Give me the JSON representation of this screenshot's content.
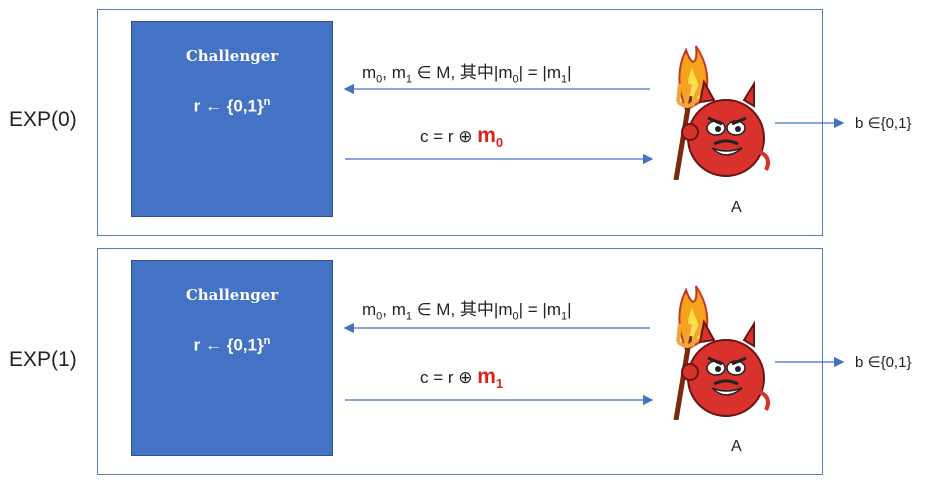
{
  "experiments": [
    {
      "label": "EXP(0)",
      "challenger": {
        "title": "Challenger",
        "key_text": "r ← {0,1}",
        "key_exp": "n"
      },
      "message": {
        "m": "m",
        "i0": "0",
        "sep": ", ",
        "i1": "1",
        "rest": " ∈ M,  其中|m",
        "bar": "| = |m",
        "end": "|"
      },
      "cipher": {
        "prefix": "c = r ⊕ ",
        "m": "m",
        "idx": "0"
      },
      "adversary": "A",
      "guess": "b ∈{0,1}"
    },
    {
      "label": "EXP(1)",
      "challenger": {
        "title": "Challenger",
        "key_text": "r ← {0,1}",
        "key_exp": "n"
      },
      "message": {
        "m": "m",
        "i0": "0",
        "sep": ", ",
        "i1": "1",
        "rest": " ∈ M, 其中|m",
        "bar": "| = |m",
        "end": "|"
      },
      "cipher": {
        "prefix": "c = r ⊕ ",
        "m": "m",
        "idx": "1"
      },
      "adversary": "A",
      "guess": "b ∈{0,1}"
    }
  ],
  "colors": {
    "challenger_fill": "#4472c4",
    "frame_border": "#5a7fb6",
    "arrow": "#4472c4",
    "highlight": "#e0201c"
  },
  "icons": {
    "adversary": "devil-icon"
  }
}
